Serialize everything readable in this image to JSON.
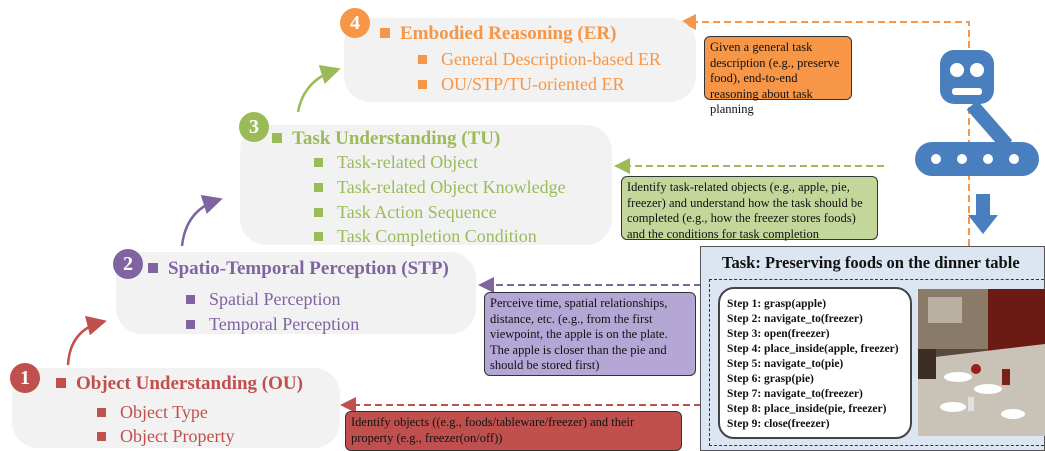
{
  "colors": {
    "ou": "#c0504d",
    "stp": "#8064a2",
    "tu": "#9bbb59",
    "er": "#f79646",
    "task_panel": "#dce6f2",
    "robot": "#4a7fbf"
  },
  "ou": {
    "num": "1",
    "title": "Object Understanding (OU)",
    "items": [
      "Object Type",
      "Object Property"
    ],
    "note": "Identify objects ((e.g., foods/tableware/freezer) and their property (e.g., freezer(on/off))"
  },
  "stp": {
    "num": "2",
    "title": "Spatio-Temporal Perception (STP)",
    "items": [
      "Spatial Perception",
      "Temporal Perception"
    ],
    "note": "Perceive time, spatial relationships, distance, etc. (e.g., from the first viewpoint, the apple is on the plate. The apple is closer than the pie and should be stored first)"
  },
  "tu": {
    "num": "3",
    "title": "Task Understanding (TU)",
    "items": [
      "Task-related Object",
      "Task-related Object Knowledge",
      "Task Action Sequence",
      "Task Completion Condition"
    ],
    "note": "Identify task-related objects (e.g., apple, pie, freezer) and understand how the task should be completed (e.g., how the freezer stores foods) and the conditions for task completion"
  },
  "er": {
    "num": "4",
    "title": "Embodied Reasoning (ER)",
    "items": [
      "General Description-based ER",
      "OU/STP/TU-oriented ER"
    ],
    "note": "Given a general task description (e.g., preserve food), end-to-end reasoning about task planning"
  },
  "task": {
    "title": "Task: Preserving foods on the dinner table",
    "steps": [
      "Step 1: grasp(apple)",
      "Step 2: navigate_to(freezer)",
      "Step 3: open(freezer)",
      "Step 4: place_inside(apple, freezer)",
      "Step 5: navigate_to(pie)",
      "Step 6: grasp(pie)",
      "Step 7: navigate_to(freezer)",
      "Step 8: place_inside(pie, freezer)",
      "Step 9: close(freezer)"
    ]
  }
}
